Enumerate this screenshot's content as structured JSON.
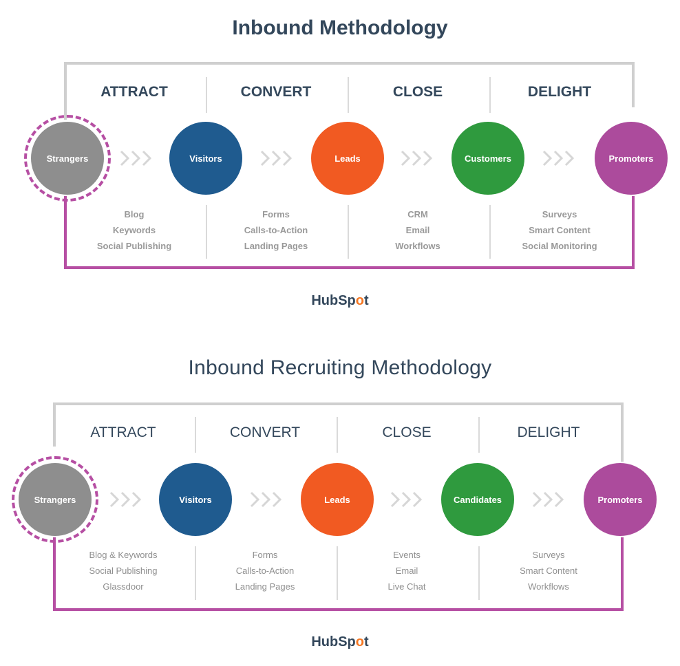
{
  "diagrams": [
    {
      "title": "Inbound Methodology",
      "stages": [
        "ATTRACT",
        "CONVERT",
        "CLOSE",
        "DELIGHT"
      ],
      "nodes": [
        {
          "label": "Strangers",
          "color": "#8e8e8e"
        },
        {
          "label": "Visitors",
          "color": "#1f5b8f"
        },
        {
          "label": "Leads",
          "color": "#f15a22"
        },
        {
          "label": "Customers",
          "color": "#2f9a3e"
        },
        {
          "label": "Promoters",
          "color": "#ac4b9c"
        }
      ],
      "tools": [
        [
          "Blog",
          "Keywords",
          "Social Publishing"
        ],
        [
          "Forms",
          "Calls-to-Action",
          "Landing Pages"
        ],
        [
          "CRM",
          "Email",
          "Workflows"
        ],
        [
          "Surveys",
          "Smart Content",
          "Social Monitoring"
        ]
      ],
      "logo": {
        "pre": "HubSp",
        "o": "o",
        "post": "t"
      }
    },
    {
      "title": "Inbound Recruiting Methodology",
      "stages": [
        "ATTRACT",
        "CONVERT",
        "CLOSE",
        "DELIGHT"
      ],
      "nodes": [
        {
          "label": "Strangers",
          "color": "#8e8e8e"
        },
        {
          "label": "Visitors",
          "color": "#1f5b8f"
        },
        {
          "label": "Leads",
          "color": "#f15a22"
        },
        {
          "label": "Candidates",
          "color": "#2f9a3e"
        },
        {
          "label": "Promoters",
          "color": "#ac4b9c"
        }
      ],
      "tools": [
        [
          "Blog & Keywords",
          "Social Publishing",
          "Glassdoor"
        ],
        [
          "Forms",
          "Calls-to-Action",
          "Landing Pages"
        ],
        [
          "Events",
          "Email",
          "Live Chat"
        ],
        [
          "Surveys",
          "Smart Content",
          "Workflows"
        ]
      ],
      "logo": {
        "pre": "HubSp",
        "o": "o",
        "post": "t"
      }
    }
  ],
  "colors": {
    "frame": "#cfcfcf",
    "return_line": "#b64fa3",
    "arrow": "#d6d6d6",
    "text_dark": "#33475b",
    "hubspot_orange": "#f57722"
  },
  "icons": {
    "flow_arrows": "triple-chevron-right-icon",
    "stranger_ring": "dashed-ring-icon"
  }
}
